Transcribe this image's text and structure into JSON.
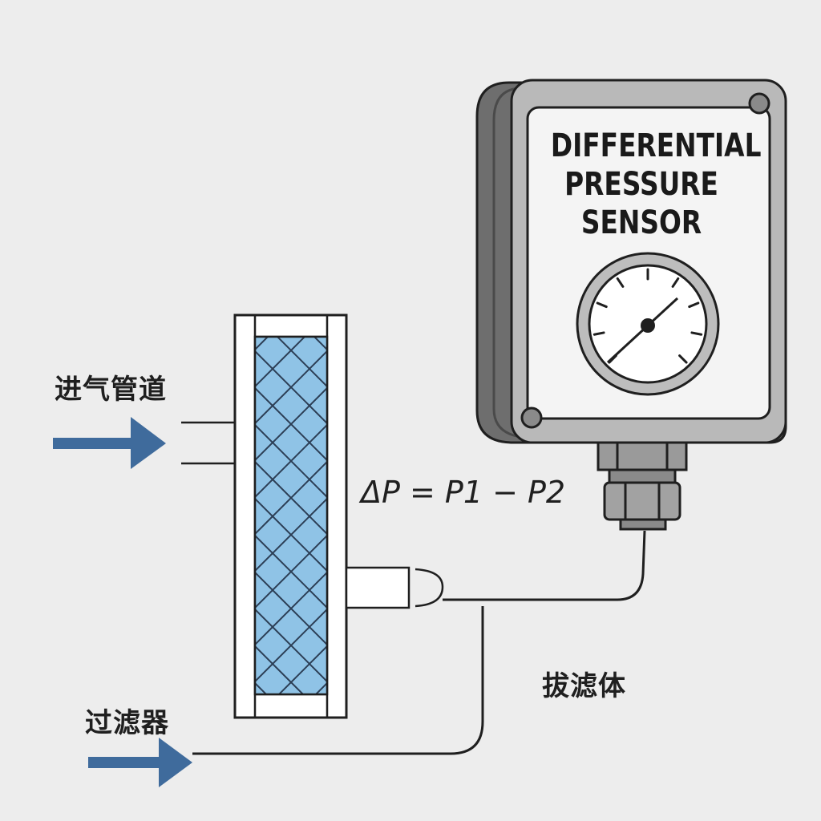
{
  "labels": {
    "inlet_pipe": "进气管道",
    "filter": "过滤器",
    "filter_body": "拔滤体",
    "formula": "ΔP = P1 − P2"
  },
  "sensor": {
    "title_line1": "DIFFERENTIAL",
    "title_line2": "PRESSURE",
    "title_line3": "SENSOR"
  },
  "colors": {
    "background": "#ededed",
    "filter_media": "#8fc3e6",
    "arrow": "#3f6b9c",
    "housing_face": "#f2f2f2",
    "housing_side": "#6e6e6e",
    "line": "#1f1f1f"
  },
  "icons": {
    "inlet_arrow": "arrow-right-icon",
    "gauge": "pressure-gauge-icon"
  }
}
